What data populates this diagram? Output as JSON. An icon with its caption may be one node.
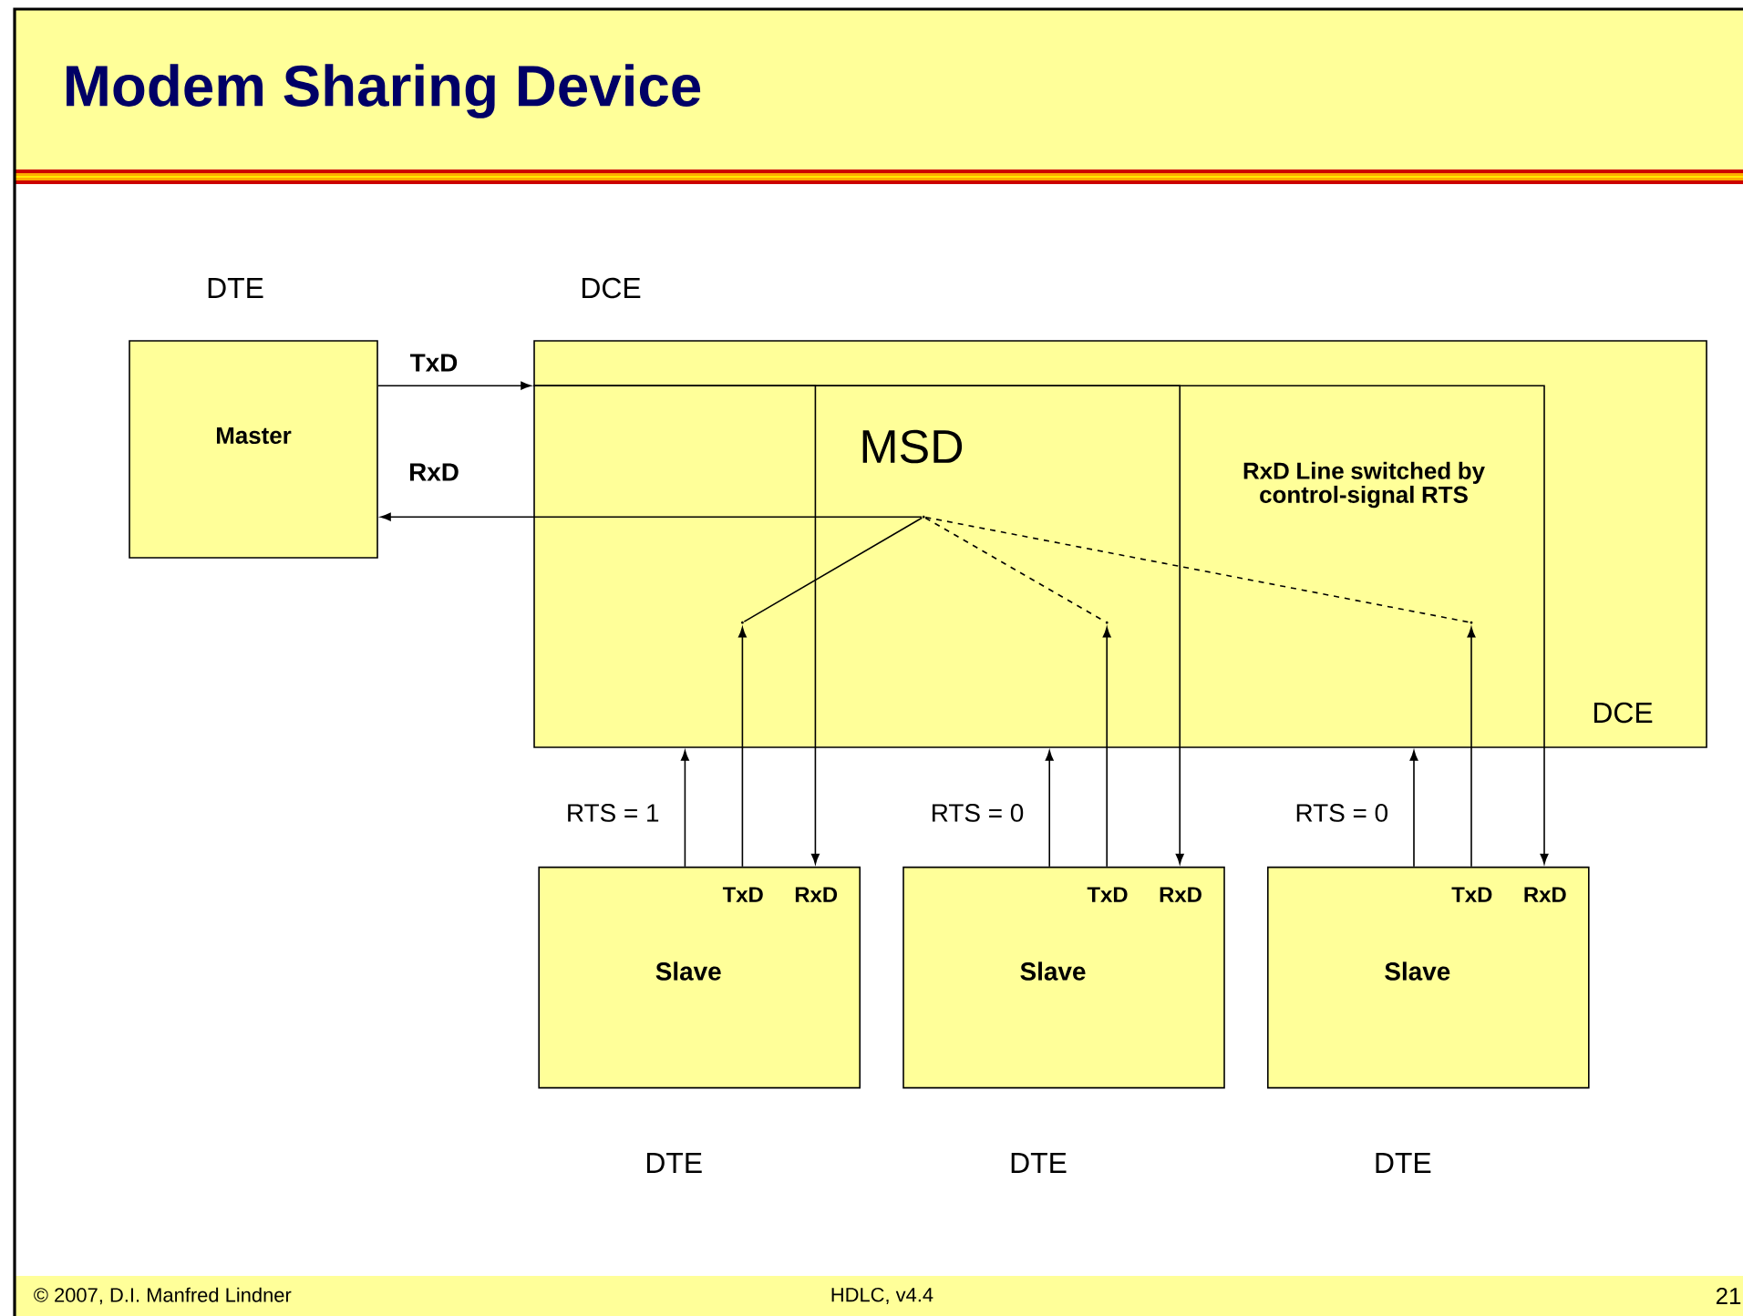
{
  "diagram": {
    "title": "Modem Sharing Device",
    "nodes": [
      {
        "text": [
          "Master"
        ],
        "beside": [
          "DTE"
        ]
      },
      {
        "text": [
          "DCE"
        ],
        "beside": [
          "DCE"
        ]
      },
      {
        "text": [],
        "shape": "point",
        "in": 1
      },
      {
        "text": [],
        "shape": "point",
        "in": 1
      },
      {
        "text": [],
        "shape": "point",
        "in": 1
      },
      {
        "text": [],
        "shape": "point",
        "in": 1
      },
      {
        "text": [
          "TxD",
          "RxD",
          "Slave"
        ],
        "beside": [
          "DTE"
        ]
      },
      {
        "text": [
          "TxD",
          "RxD",
          "Slave"
        ],
        "beside": [
          "DTE"
        ]
      },
      {
        "text": [
          "TxD",
          "RxD",
          "Slave"
        ],
        "beside": [
          "DTE"
        ]
      }
    ],
    "edges": [
      {
        "from": 0,
        "to": 1,
        "arrow": "to",
        "label": "TxD"
      },
      {
        "from": 1,
        "to": 6,
        "arrow": "to"
      },
      {
        "from": 1,
        "to": 7,
        "arrow": "to"
      },
      {
        "from": 1,
        "to": 8,
        "arrow": "to"
      },
      {
        "from": 2,
        "to": 0,
        "arrow": "to",
        "label": "RxD"
      },
      {
        "from": 2,
        "to": 3,
        "arrow": "none"
      },
      {
        "from": 2,
        "to": 4,
        "arrow": "none",
        "style": "dashed"
      },
      {
        "from": 2,
        "to": 5,
        "arrow": "none",
        "style": "dashed"
      },
      {
        "from": 6,
        "to": 3,
        "arrow": "to"
      },
      {
        "from": 7,
        "to": 4,
        "arrow": "to"
      },
      {
        "from": 8,
        "to": 5,
        "arrow": "to"
      },
      {
        "from": 6,
        "to": 1,
        "arrow": "to",
        "label": "RTS = 1"
      },
      {
        "from": 7,
        "to": 1,
        "arrow": "to",
        "label": "RTS = 0"
      },
      {
        "from": 8,
        "to": 1,
        "arrow": "to",
        "label": "RTS = 0"
      }
    ],
    "labels": [
      "MSD",
      "RxD Line switched by control-signal RTS",
      "© 2007, D.I. Manfred Lindner",
      "HDLC, v4.4",
      "21"
    ]
  }
}
